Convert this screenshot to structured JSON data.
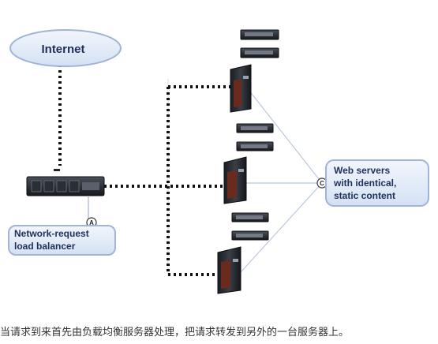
{
  "diagram": {
    "internet_label": "Internet",
    "load_balancer_label": [
      "Network-request",
      "load balancer"
    ],
    "servers_label": [
      "Web servers",
      "with identical,",
      "static content"
    ],
    "marker_a": "A",
    "marker_c": "C"
  },
  "caption": "当请求到来首先由负载均衡服务器处理，把请求转发到另外的一台服务器上。",
  "colors": {
    "bubble_fill": "#dde8f6",
    "bubble_stroke": "#9fb4d6",
    "label_text": "#1f2f5a",
    "dots": "#111111"
  }
}
